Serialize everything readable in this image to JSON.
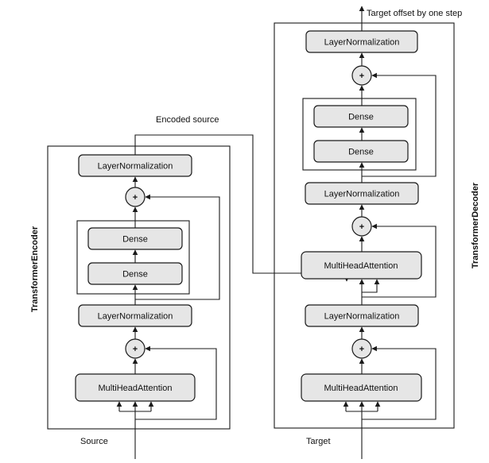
{
  "encoder": {
    "title": "TransformerEncoder",
    "input_label": "Source",
    "output_label": "Encoded source",
    "blocks": {
      "layernorm_top": "LayerNormalization",
      "dense_top": "Dense",
      "dense_bottom": "Dense",
      "layernorm_mid": "LayerNormalization",
      "attention": "MultiHeadAttention"
    },
    "add_symbol": "+"
  },
  "decoder": {
    "title": "TransformerDecoder",
    "input_label": "Target",
    "output_label": "Target offset by one step",
    "blocks": {
      "layernorm_top": "LayerNormalization",
      "dense_top": "Dense",
      "dense_bottom": "Dense",
      "layernorm_2": "LayerNormalization",
      "cross_attention": "MultiHeadAttention",
      "layernorm_1": "LayerNormalization",
      "self_attention": "MultiHeadAttention"
    },
    "add_symbol": "+"
  }
}
